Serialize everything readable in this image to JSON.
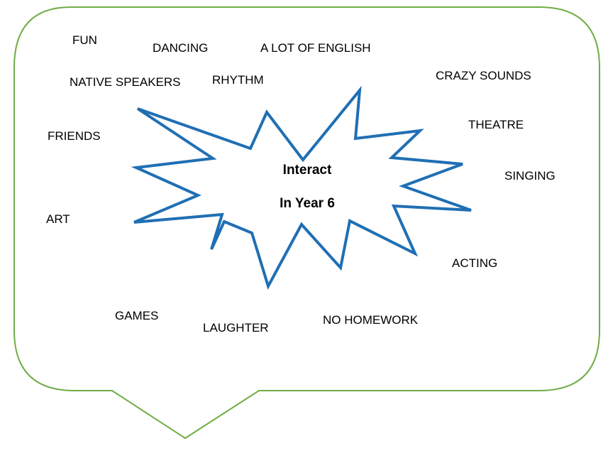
{
  "colors": {
    "bubble_outline": "#70ad47",
    "starburst_outline": "#1f6fb4",
    "text": "#000000",
    "background": "#ffffff"
  },
  "center": {
    "line1": "Interact",
    "line2": "In Year 6"
  },
  "words": {
    "fun": "FUN",
    "dancing": "DANCING",
    "a_lot_of_english": "A LOT OF ENGLISH",
    "native_speakers": "NATIVE SPEAKERS",
    "rhythm": "RHYTHM",
    "crazy_sounds": "CRAZY SOUNDS",
    "theatre": "THEATRE",
    "friends": "FRIENDS",
    "singing": "SINGING",
    "art": "ART",
    "acting": "ACTING",
    "games": "GAMES",
    "laughter": "LAUGHTER",
    "no_homework": "NO HOMEWORK"
  }
}
